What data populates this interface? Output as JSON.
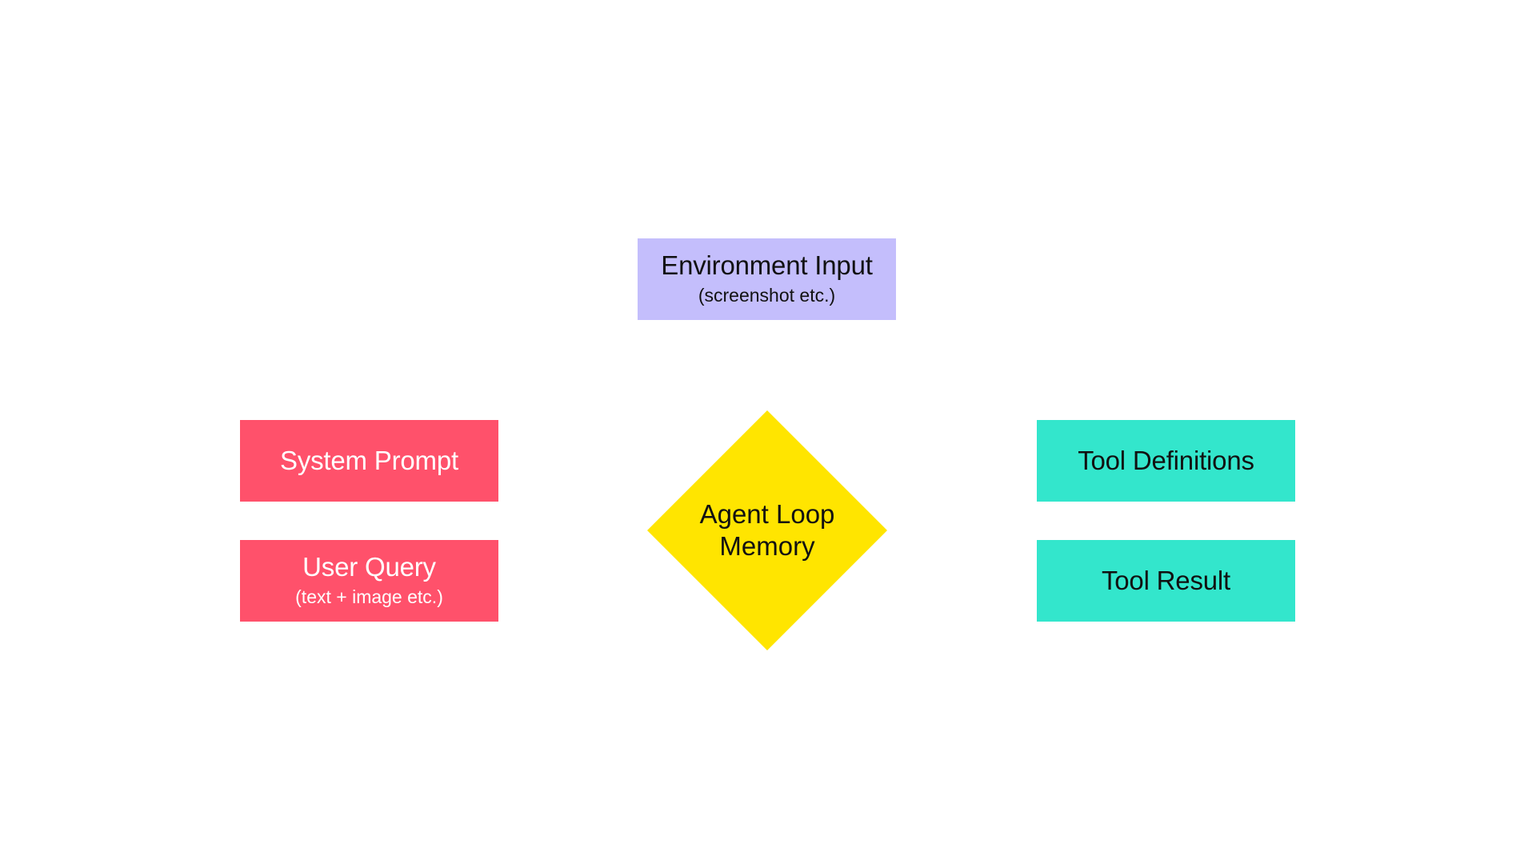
{
  "nodes": {
    "environment_input": {
      "title": "Environment Input",
      "subtitle": "(screenshot etc.)",
      "fill": "#c4befc",
      "text_color": "#111111"
    },
    "system_prompt": {
      "title": "System Prompt",
      "fill": "#ff516b",
      "text_color": "#ffffff"
    },
    "user_query": {
      "title": "User Query",
      "subtitle": "(text + image etc.)",
      "fill": "#ff516b",
      "text_color": "#ffffff"
    },
    "agent_loop_memory": {
      "line1": "Agent Loop",
      "line2": "Memory",
      "fill": "#ffe500",
      "text_color": "#111111"
    },
    "tool_definitions": {
      "title": "Tool Definitions",
      "fill": "#33e6cc",
      "text_color": "#111111"
    },
    "tool_result": {
      "title": "Tool Result",
      "fill": "#33e6cc",
      "text_color": "#111111"
    }
  }
}
